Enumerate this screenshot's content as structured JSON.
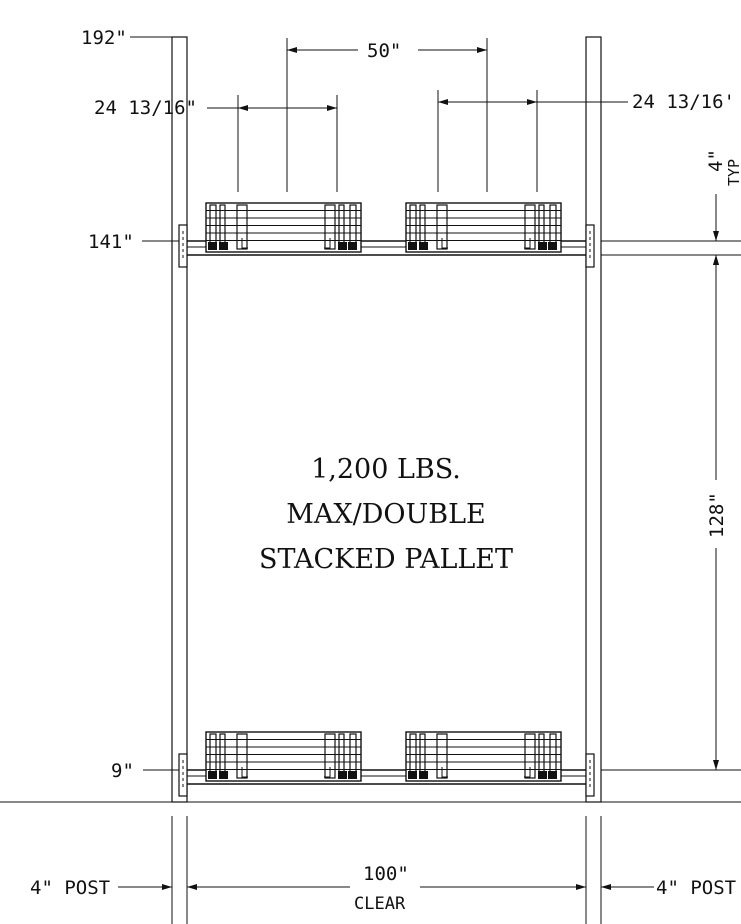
{
  "drawing": {
    "elevation_top": "192\"",
    "upper_beam_level": "141\"",
    "lower_beam_level": "9\"",
    "pallet_span": "50\"",
    "pallet_width_left": "24 13/16\"",
    "pallet_width_right": "24 13/16'",
    "beam_depth": "4\"",
    "beam_depth_note": "TYP",
    "vertical_clearance": "128\"",
    "clear_width": "100\"",
    "clear_label": "CLEAR",
    "post_left": "4\" POST",
    "post_right": "4\" POST",
    "capacity_line1": "1,200 LBS.",
    "capacity_line2": "MAX/DOUBLE",
    "capacity_line3": "STACKED PALLET"
  }
}
